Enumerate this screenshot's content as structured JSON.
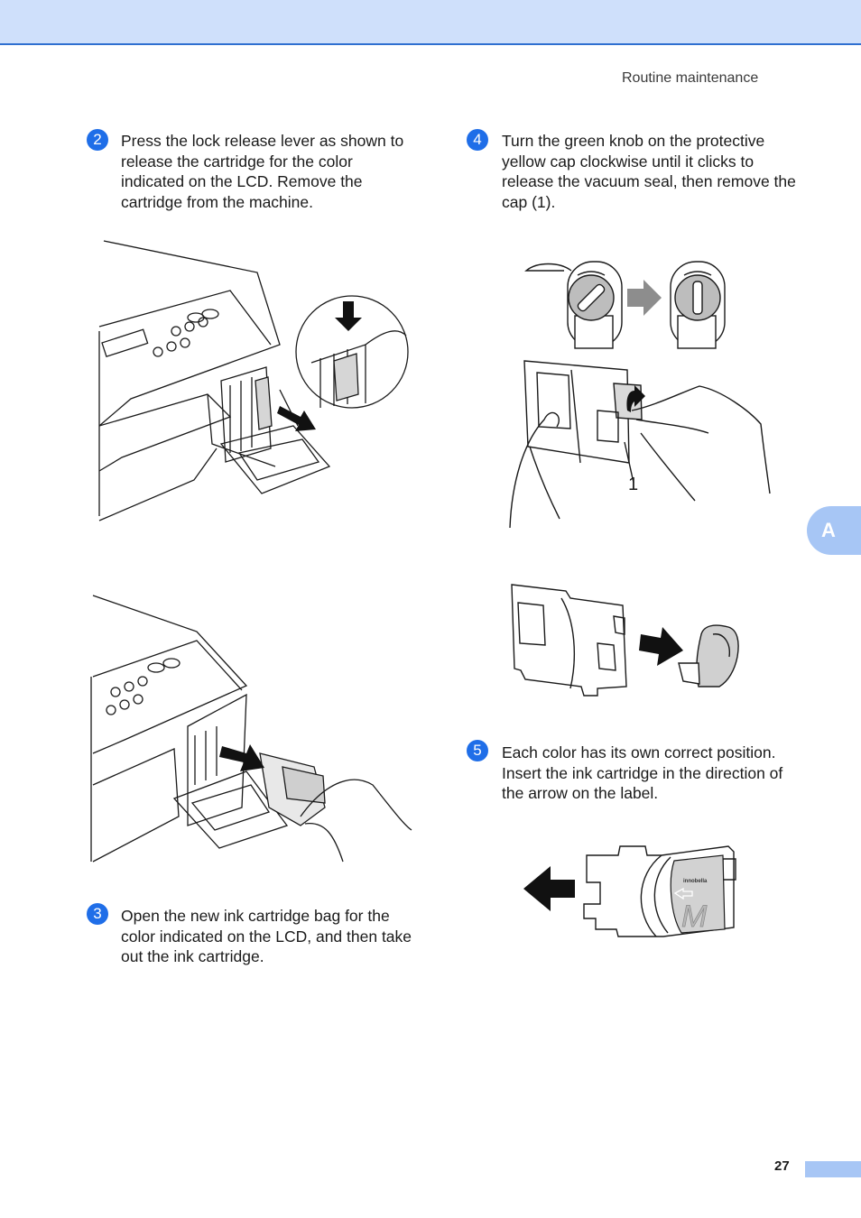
{
  "header": {
    "title": "Routine maintenance"
  },
  "steps": [
    {
      "number": "2",
      "text": "Press the lock release lever as shown to release the cartridge for the color indicated on the LCD. Remove the cartridge from the machine."
    },
    {
      "number": "3",
      "text": "Open the new ink cartridge bag for the color indicated on the LCD, and then take out the ink cartridge."
    },
    {
      "number": "4",
      "text": "Turn the green knob on the protective yellow cap clockwise until it clicks to release the vacuum seal, then remove the cap (1)."
    },
    {
      "number": "5",
      "text": "Each color has its own correct position. Insert the ink cartridge in the direction of the arrow on the label."
    }
  ],
  "figures": {
    "callout_1": "1",
    "label_brand": "innobella",
    "label_color": "M"
  },
  "side_tab": {
    "label": "A"
  },
  "footer": {
    "page_number": "27"
  },
  "colors": {
    "accent_blue": "#1f6ee8",
    "header_band": "#cfe0fb",
    "tab_blue": "#a7c6f5"
  }
}
